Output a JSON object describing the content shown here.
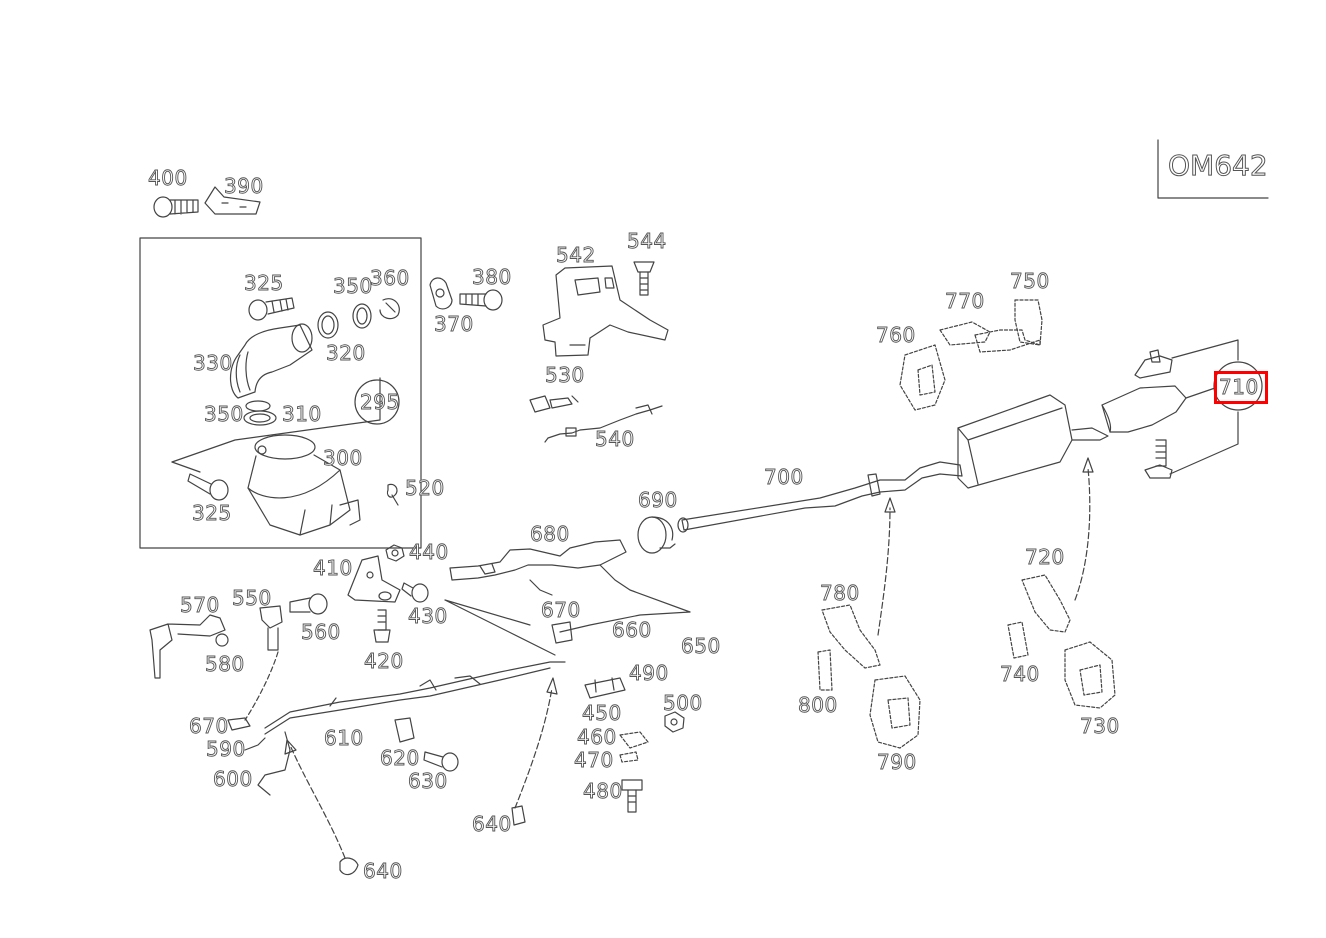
{
  "engine_code": "OM642",
  "highlight_color": "#ff0000",
  "line_color": "#444444",
  "callouts": {
    "c400": "400",
    "c390": "390",
    "c325a": "325",
    "c350a": "350",
    "c360": "360",
    "c330": "330",
    "c320": "320",
    "c295": "295",
    "c350b": "350",
    "c310": "310",
    "c300": "300",
    "c325b": "325",
    "c380": "380",
    "c370": "370",
    "c542": "542",
    "c544": "544",
    "c530": "530",
    "c540": "540",
    "c520": "520",
    "c410": "410",
    "c440": "440",
    "c430": "430",
    "c420": "420",
    "c680": "680",
    "c690": "690",
    "c700": "700",
    "c770": "770",
    "c750": "750",
    "c760": "760",
    "c710": "710",
    "c720": "720",
    "c780": "780",
    "c740": "740",
    "c730": "730",
    "c800": "800",
    "c790": "790",
    "c570": "570",
    "c550": "550",
    "c560": "560",
    "c580": "580",
    "c670a": "670",
    "c660": "660",
    "c650": "650",
    "c490": "490",
    "c500": "500",
    "c450": "450",
    "c460": "460",
    "c470": "470",
    "c480": "480",
    "c670b": "670",
    "c590": "590",
    "c610": "610",
    "c600": "600",
    "c620": "620",
    "c630": "630",
    "c640a": "640",
    "c640b": "640"
  },
  "selected_callout": "710"
}
